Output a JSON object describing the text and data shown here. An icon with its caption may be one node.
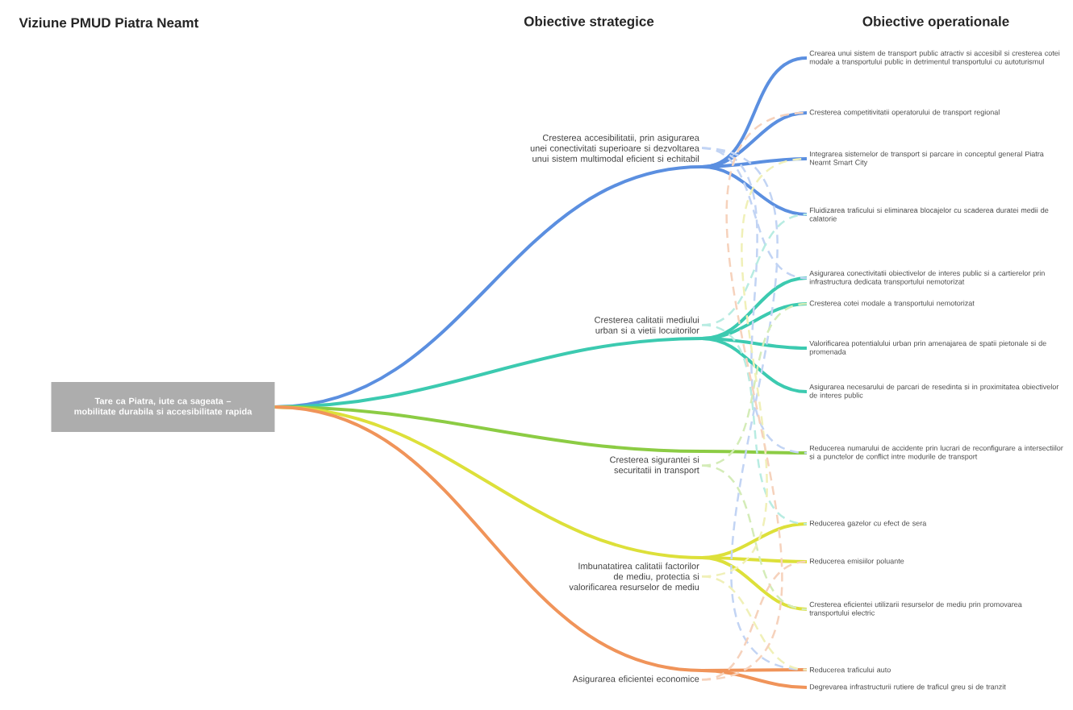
{
  "diagram": {
    "nodes": [
      {
        "text": [
          "Tare ca Piatra, iute ca sageata – mobilitate durabila si accesibilitate rapida"
        ]
      },
      {
        "text": [
          "Cresterea accesibilitatii, prin asigurarea unei conectivitati superioare si dezvoltarea unui sistem multimodal eficient si echitabil"
        ]
      },
      {
        "text": [
          "Crearea unui sistem de transport public atractiv si accesibil si cresterea cotei modale a transportului public in detrimentul transportului cu autoturismul"
        ]
      },
      {
        "text": [
          "Cresterea competitivitatii operatorului de transport regional"
        ]
      },
      {
        "text": [
          "Integrarea sistemelor de transport si parcare in conceptul general Piatra Neamt Smart City"
        ]
      },
      {
        "text": [
          "Fluidizarea traficului si eliminarea blocajelor cu scaderea duratei medii de calatorie"
        ]
      },
      {
        "text": [
          "Cresterea calitatii mediului urban si a vietii locuitorilor"
        ]
      },
      {
        "text": [
          "Asigurarea conectivitatii obiectivelor de interes public si a cartierelor prin infrastructura dedicata transportului nemotorizat"
        ]
      },
      {
        "text": [
          "Cresterea cotei modale a transportului nemotorizat"
        ]
      },
      {
        "text": [
          "Valorificarea potentialului urban prin amenajarea de spatii pietonale si de promenada"
        ]
      },
      {
        "text": [
          "Asigurarea necesarului de parcari de resedinta si in proximitatea obiectivelor de interes public"
        ]
      },
      {
        "text": [
          "Cresterea sigurantei si securitatii in transport"
        ]
      },
      {
        "text": [
          "Reducerea numarului de accidente prin lucrari de reconfigurare a intersectiilor si a punctelor de conflict intre modurile de transport"
        ]
      },
      {
        "text": [
          "Imbunatatirea calitatii factorilor de mediu, protectia si valorificarea resurselor de mediu"
        ]
      },
      {
        "text": [
          "Reducerea gazelor cu efect de sera"
        ]
      },
      {
        "text": [
          "Reducerea emisiilor poluante"
        ]
      },
      {
        "text": [
          "Cresterea eficientei utilizarii resurselor de mediu prin promovarea transportului electric"
        ]
      },
      {
        "text": [
          "Asigurarea eficientei economice"
        ]
      },
      {
        "text": [
          "Reducerea traficului auto"
        ]
      },
      {
        "text": [
          "Degrevarea infrastructurii rutiere de traficul greu si de tranzit"
        ]
      }
    ],
    "edges": [
      {
        "from": 0,
        "to": 1,
        "arrow": "none",
        "color": "#5b8fe0"
      },
      {
        "from": 0,
        "to": 6,
        "arrow": "none",
        "color": "#3ccab0"
      },
      {
        "from": 0,
        "to": 11,
        "arrow": "none",
        "color": "#8ccc44"
      },
      {
        "from": 0,
        "to": 13,
        "arrow": "none",
        "color": "#dde03a"
      },
      {
        "from": 0,
        "to": 17,
        "arrow": "none",
        "color": "#f0945a"
      },
      {
        "from": 1,
        "to": 2,
        "arrow": "none",
        "color": "#5b8fe0"
      },
      {
        "from": 1,
        "to": 3,
        "arrow": "none",
        "color": "#5b8fe0"
      },
      {
        "from": 1,
        "to": 4,
        "arrow": "none",
        "color": "#5b8fe0"
      },
      {
        "from": 1,
        "to": 5,
        "arrow": "none",
        "color": "#5b8fe0"
      },
      {
        "from": 6,
        "to": 7,
        "arrow": "none",
        "color": "#3ccab0"
      },
      {
        "from": 6,
        "to": 8,
        "arrow": "none",
        "color": "#3ccab0"
      },
      {
        "from": 6,
        "to": 9,
        "arrow": "none",
        "color": "#3ccab0"
      },
      {
        "from": 6,
        "to": 10,
        "arrow": "none",
        "color": "#3ccab0"
      },
      {
        "from": 11,
        "to": 12,
        "arrow": "none",
        "color": "#8ccc44"
      },
      {
        "from": 13,
        "to": 14,
        "arrow": "none",
        "color": "#dde03a"
      },
      {
        "from": 13,
        "to": 15,
        "arrow": "none",
        "color": "#dde03a"
      },
      {
        "from": 13,
        "to": 16,
        "arrow": "none",
        "color": "#dde03a"
      },
      {
        "from": 17,
        "to": 18,
        "arrow": "none",
        "color": "#f0945a"
      },
      {
        "from": 17,
        "to": 19,
        "arrow": "none",
        "color": "#f0945a"
      },
      {
        "from": 1,
        "to": 7,
        "arrow": "none",
        "style": "dashed",
        "color": "#c2d4f4"
      },
      {
        "from": 1,
        "to": 12,
        "arrow": "none",
        "style": "dashed",
        "color": "#c2d4f4"
      },
      {
        "from": 1,
        "to": 18,
        "arrow": "none",
        "style": "dashed",
        "color": "#c2d4f4"
      },
      {
        "from": 6,
        "to": 5,
        "arrow": "none",
        "style": "dashed",
        "color": "#b8ece2"
      },
      {
        "from": 6,
        "to": 14,
        "arrow": "none",
        "style": "dashed",
        "color": "#b8ece2"
      },
      {
        "from": 11,
        "to": 8,
        "arrow": "none",
        "style": "dashed",
        "color": "#d4ecb8"
      },
      {
        "from": 11,
        "to": 16,
        "arrow": "none",
        "style": "dashed",
        "color": "#d4ecb8"
      },
      {
        "from": 13,
        "to": 4,
        "arrow": "none",
        "style": "dashed",
        "color": "#f0f0b8"
      },
      {
        "from": 13,
        "to": 18,
        "arrow": "none",
        "style": "dashed",
        "color": "#f0f0b8"
      },
      {
        "from": 17,
        "to": 3,
        "arrow": "none",
        "style": "dashed",
        "color": "#f6d2bc"
      },
      {
        "from": 17,
        "to": 15,
        "arrow": "none",
        "style": "dashed",
        "color": "#f6d2bc"
      }
    ],
    "labels": [
      "Viziune PMUD Piatra Neamt",
      "Obiective strategice",
      "Obiective operationale"
    ]
  }
}
